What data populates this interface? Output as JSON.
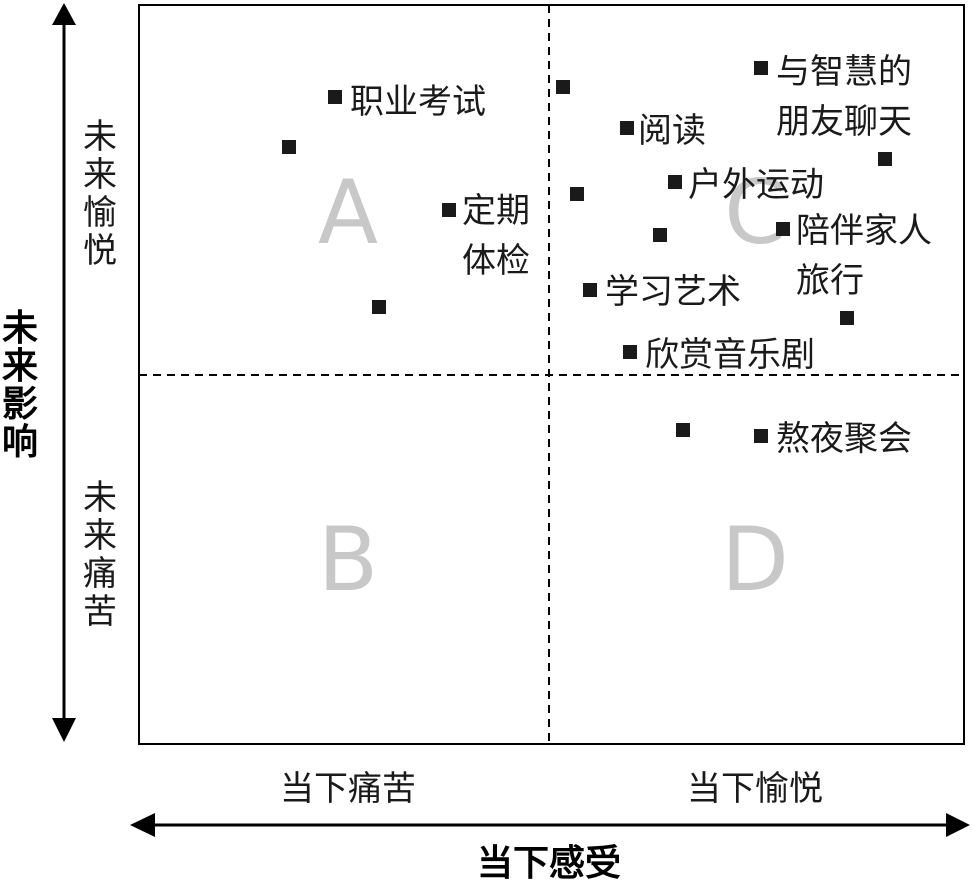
{
  "axes": {
    "x_title": "当下感受",
    "y_title": [
      "未",
      "来",
      "影",
      "响"
    ],
    "x_left": "当下痛苦",
    "x_right": "当下愉悦",
    "y_top": [
      "未",
      "来",
      "愉",
      "悦"
    ],
    "y_bottom": [
      "未",
      "来",
      "痛",
      "苦"
    ]
  },
  "quadrants": {
    "a": "A",
    "b": "B",
    "c": "C",
    "d": "D"
  },
  "items": [
    {
      "label": "职业考试"
    },
    {
      "label": "定期",
      "label2": "体检"
    },
    {
      "label": "阅读"
    },
    {
      "label": "与智慧的",
      "label2": "朋友聊天"
    },
    {
      "label": "户外运动"
    },
    {
      "label": "陪伴家人",
      "label2": "旅行"
    },
    {
      "label": "学习艺术"
    },
    {
      "label": "欣赏音乐剧"
    },
    {
      "label": "熬夜聚会"
    }
  ]
}
